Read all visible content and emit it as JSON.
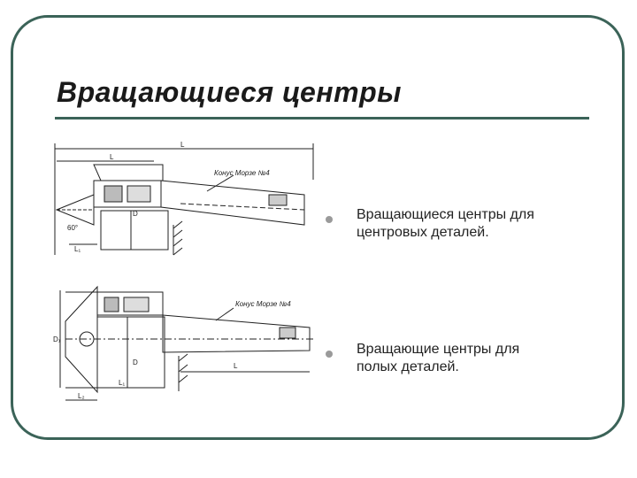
{
  "slide": {
    "title": "Вращающиеся центры",
    "bullets": [
      {
        "line1": "Вращающиеся центры для",
        "line2": "центровых деталей."
      },
      {
        "line1": "Вращающие центры для",
        "line2": "полых деталей."
      }
    ],
    "drawing_labels": {
      "top_length": "L",
      "top_inner_length": "L",
      "top_cone_label": "Конус Морзе №4",
      "top_angle": "60°",
      "top_d": "D",
      "top_l1": "L₁",
      "bottom_cone_label": "Конус Морзе №4",
      "bottom_l": "L",
      "bottom_l2": "L₁",
      "bottom_d1": "D₁",
      "bottom_d": "D",
      "bottom_l3": "L₂"
    }
  },
  "colors": {
    "frame": "#3b6358",
    "ink": "#1a1a1a",
    "bullet": "#9a9a9a"
  }
}
